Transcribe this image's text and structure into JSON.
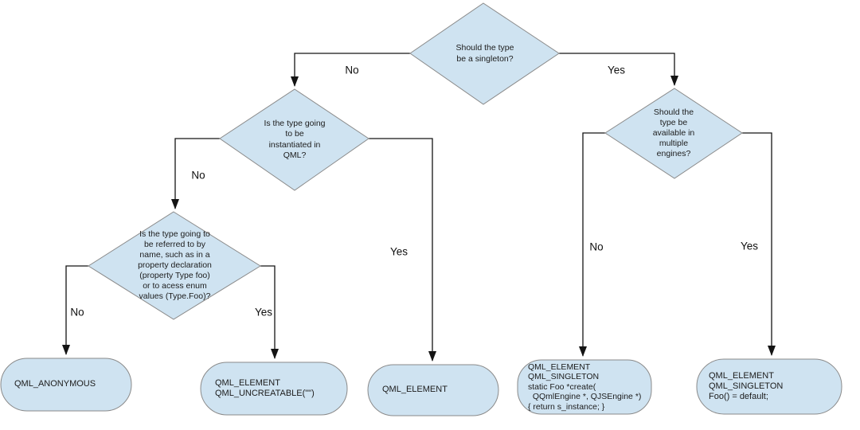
{
  "colors": {
    "node_fill": "#cfe3f1",
    "node_border": "#8a8a8a",
    "edge_line": "#141414",
    "text": "#1c1c1c"
  },
  "nodes": {
    "root": {
      "type": "decision",
      "label": "Should the type\nbe a singleton?"
    },
    "instantiate": {
      "type": "decision",
      "label": "Is the type going\nto be\ninstantiated in\nQML?"
    },
    "referred": {
      "type": "decision",
      "label": "Is the type going to\nbe referred to by\nname, such as in a\nproperty declaration\n(property Type foo)\nor to acess enum\nvalues (Type.Foo)?"
    },
    "engines": {
      "type": "decision",
      "label": "Should the\ntype be\navailable in\nmultiple\nengines?"
    },
    "anonymous": {
      "type": "terminal",
      "label": "QML_ANONYMOUS"
    },
    "uncreatable": {
      "type": "terminal",
      "label": "QML_ELEMENT\nQML_UNCREATABLE(\"\")"
    },
    "element": {
      "type": "terminal",
      "label": "QML_ELEMENT"
    },
    "singleton_create": {
      "type": "terminal",
      "label": "QML_ELEMENT\nQML_SINGLETON\nstatic Foo *create(\n  QQmlEngine *, QJSEngine *)\n{ return s_instance; }"
    },
    "singleton_default": {
      "type": "terminal",
      "label": "QML_ELEMENT\nQML_SINGLETON\nFoo() = default;"
    }
  },
  "edge_labels": {
    "root_no": "No",
    "root_yes": "Yes",
    "instantiate_no": "No",
    "instantiate_yes": "Yes",
    "referred_no": "No",
    "referred_yes": "Yes",
    "engines_no": "No",
    "engines_yes": "Yes"
  }
}
